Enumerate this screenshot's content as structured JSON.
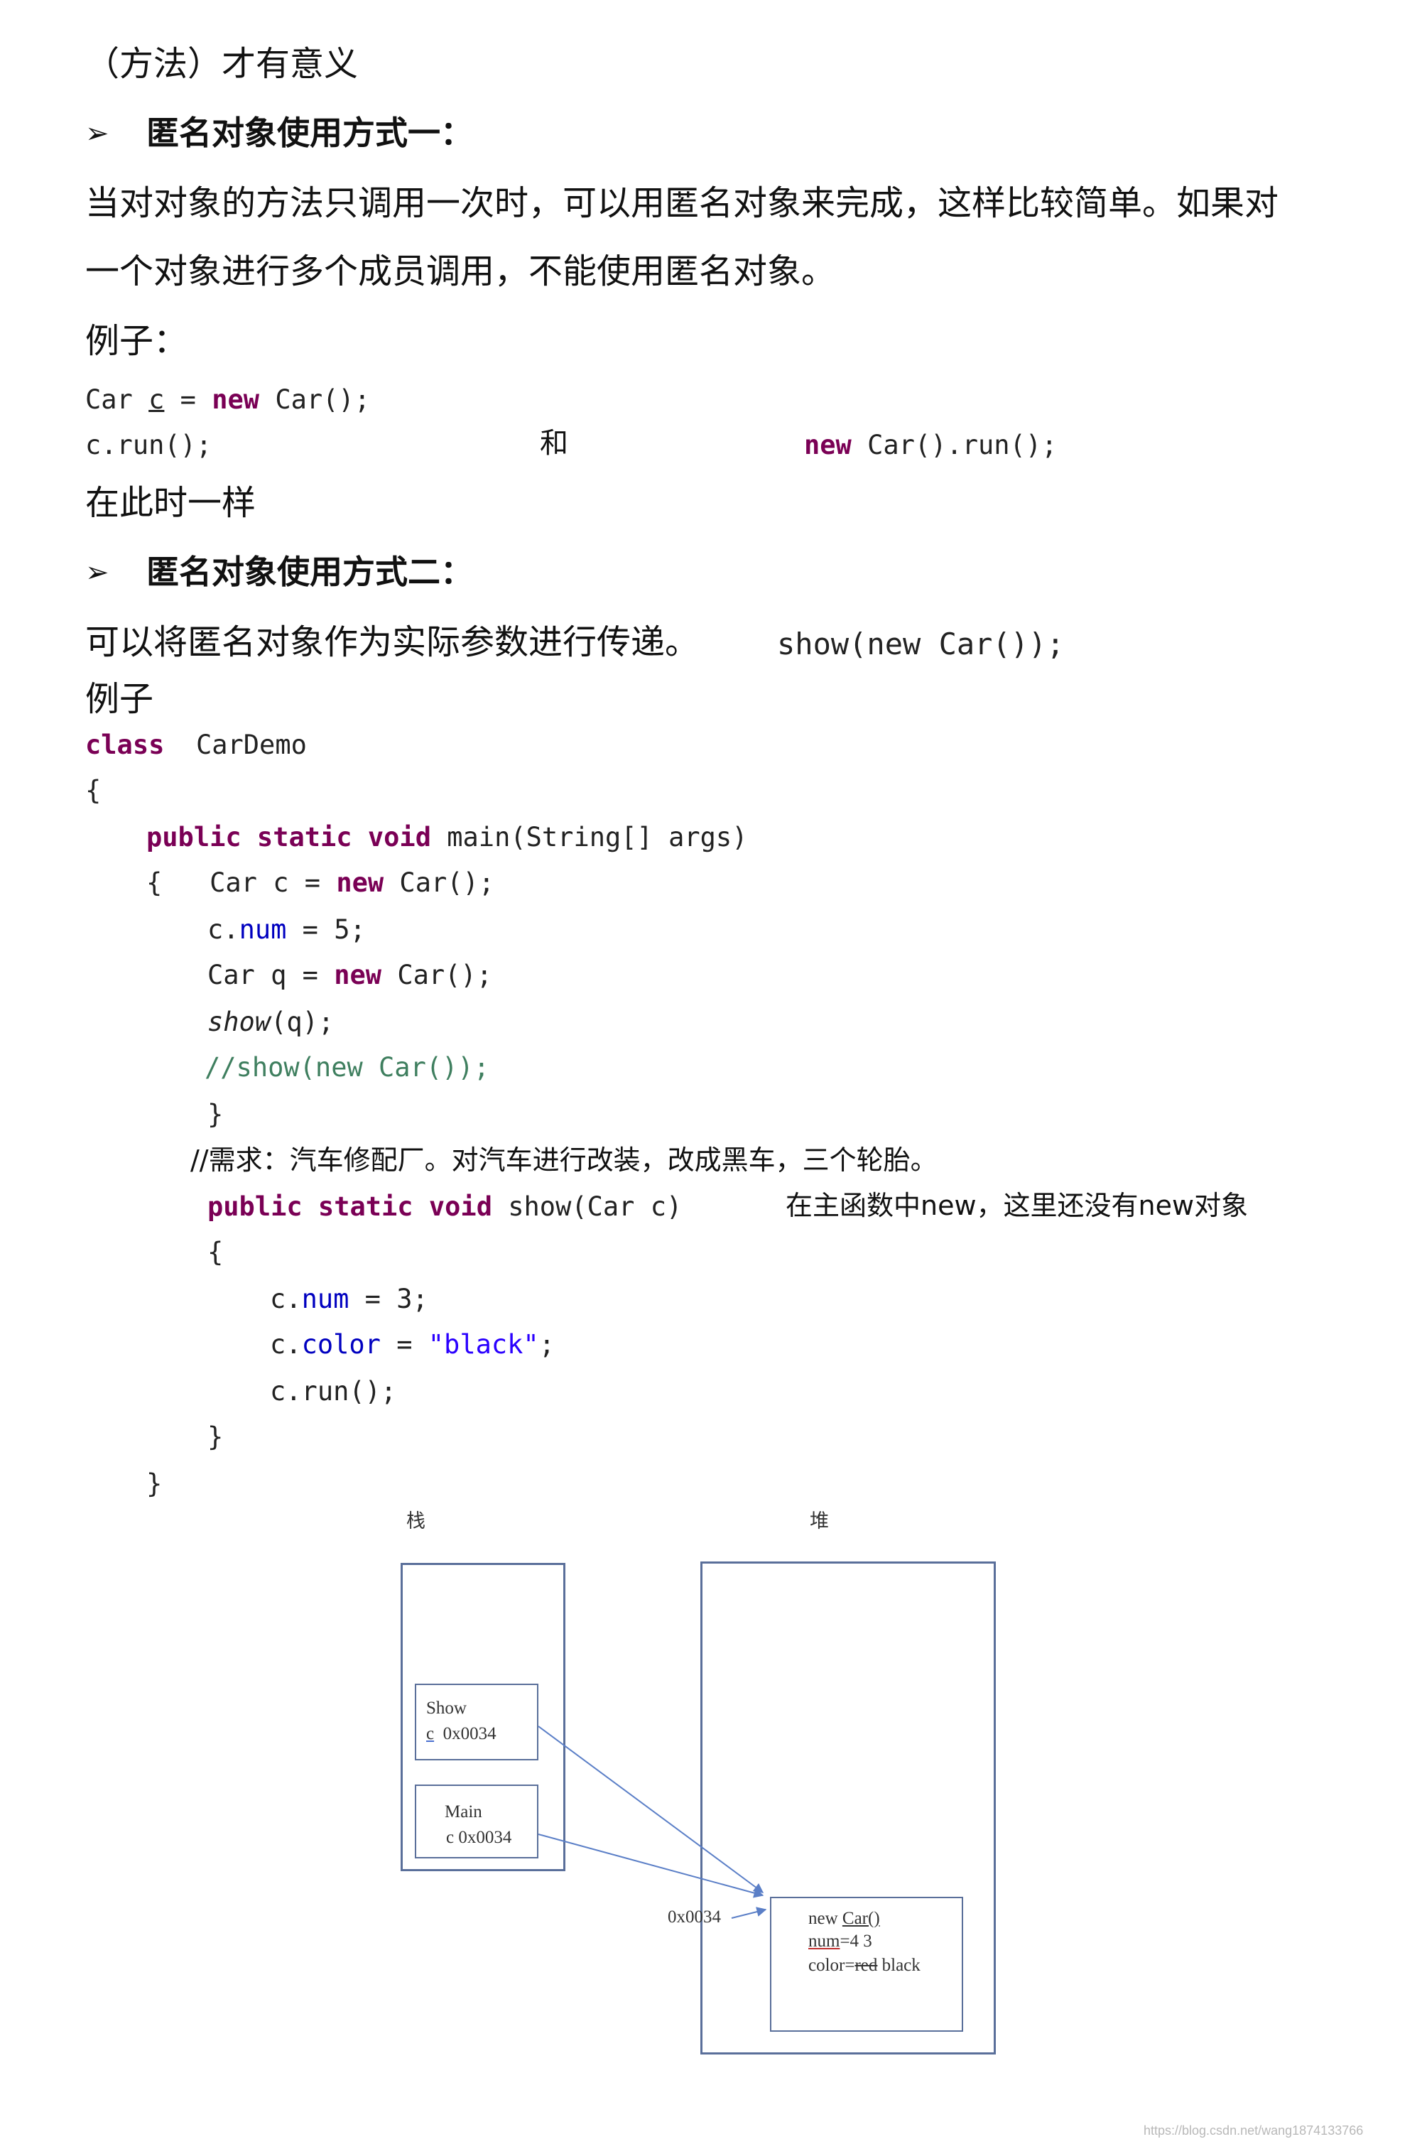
{
  "lines": {
    "l1": "（方法）才有意义",
    "h1": "匿名对象使用方式一：",
    "p1a": "当对对象的方法只调用一次时，可以用匿名对象来完成，这样比较简单。如果对",
    "p1b": "一个对象进行多个成员调用，不能使用匿名对象。",
    "ex1": "例子：",
    "c1_car": "Car ",
    "c1_var": "c",
    "c1_eq": " = ",
    "c1_new": "new",
    "c1_rest": " Car();",
    "c2_run": "c.run();",
    "c2_and": "和",
    "c2_new": "new",
    "c2_rest": " Car().run();",
    "same": "在此时一样",
    "h2": "匿名对象使用方式二：",
    "p2": "可以将匿名对象作为实际参数进行传递。",
    "p2code": "show(new Car());",
    "ex2": "例子"
  },
  "code": {
    "class_kw": "class",
    "class_name": "  CarDemo",
    "brace_open": "{",
    "main_mods": "public static void",
    "main_sig": " main(String[] args)",
    "l_car_c_pre": "{   Car c = ",
    "new_kw": "new",
    "car_ctor": " Car();",
    "c_dot": "c.",
    "num_field": "num",
    "assign5": " = 5;",
    "l_car_q_pre": "Car q = ",
    "show_call": "show",
    "show_args": "(q);",
    "comment_show": "//show(new Car());",
    "close_brace": "}",
    "comment_req": "//需求：汽车修配厂。对汽车进行改装，改成黑车，三个轮胎。",
    "show_mods": "public static void",
    "show_sig": " show(Car c)",
    "show_note": "在主函数中new，这里还没有new对象",
    "assign3": " = 3;",
    "color_field": "color",
    "assign_eq": " = ",
    "black_str": "\"black\"",
    "semicolon": ";",
    "run_call": "c.run();"
  },
  "diagram": {
    "stack_label": "栈",
    "heap_label": "堆",
    "show_frame_title": "Show",
    "show_frame_var": "c",
    "show_frame_addr": "0x0034",
    "main_frame_title": "Main",
    "main_frame_var": "c 0x0034",
    "heap_addr": "0x0034",
    "obj_new": "new ",
    "obj_car": "Car()",
    "obj_num": "num",
    "obj_num_val": "=4 3",
    "obj_color": "color=",
    "obj_color_old": "red",
    "obj_color_new": " black",
    "line_color": "#5b7fc7"
  },
  "watermark": "https://blog.csdn.net/wang1874133766"
}
